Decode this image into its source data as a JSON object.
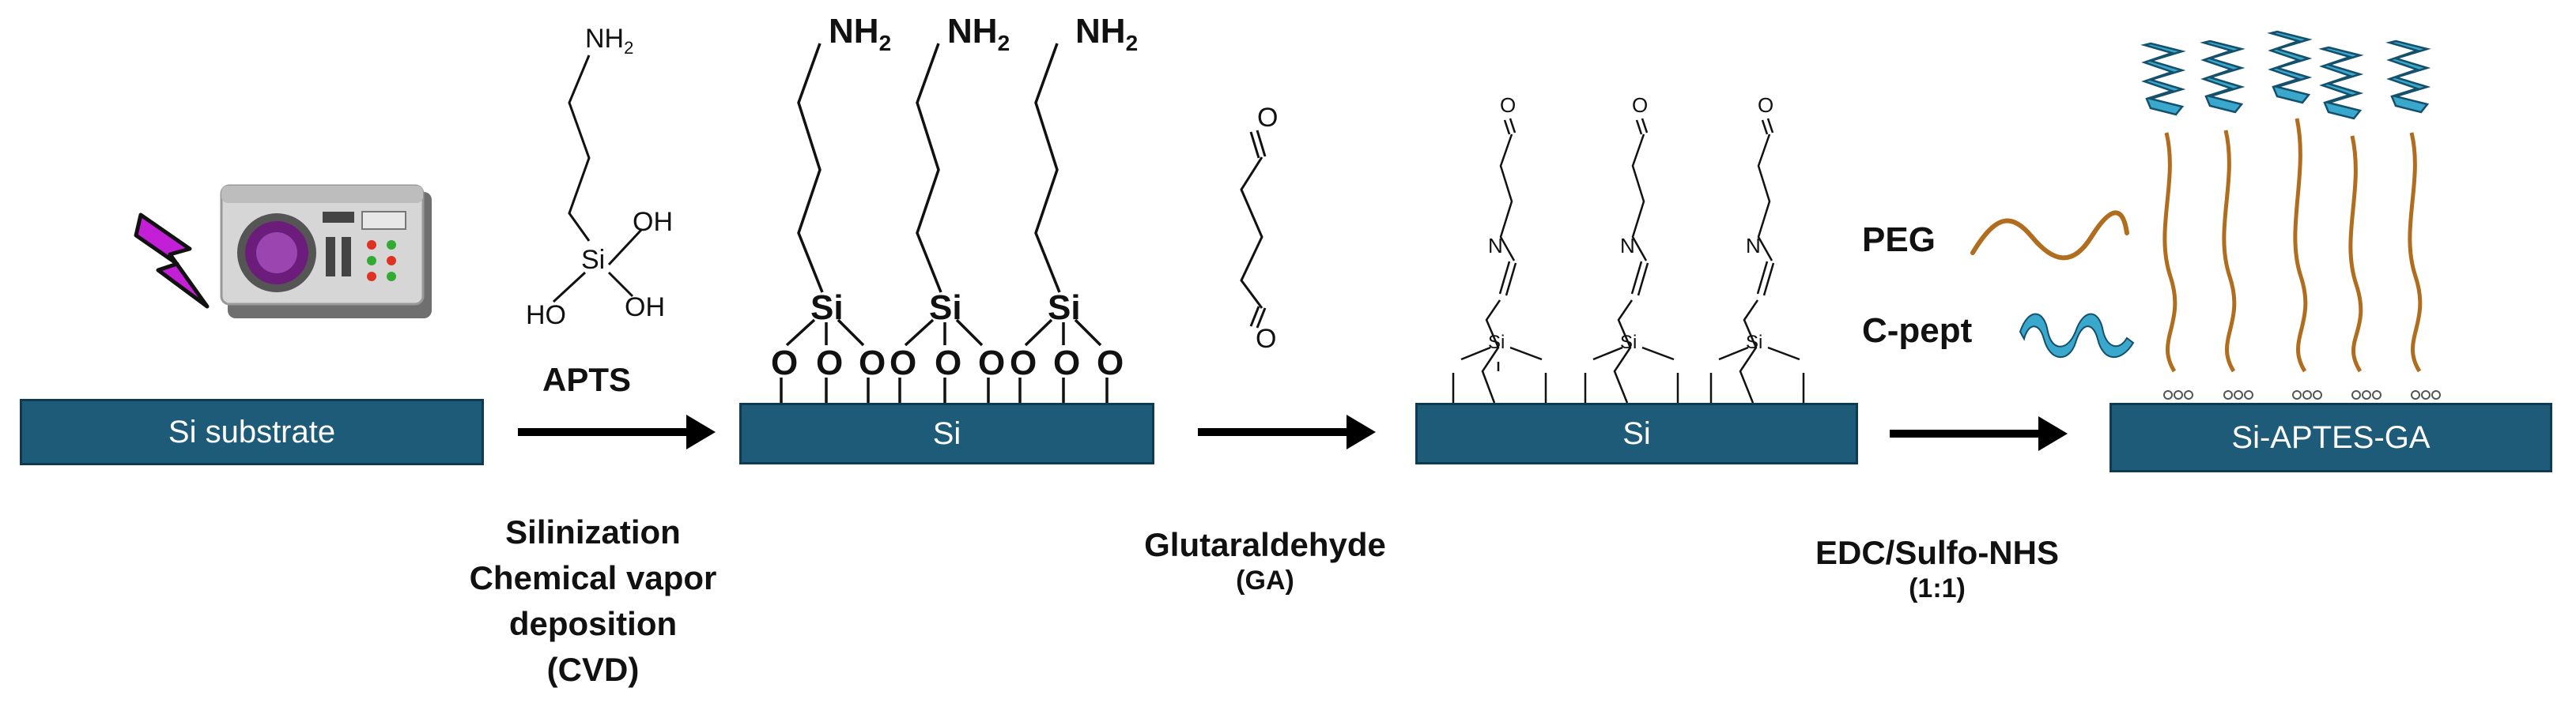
{
  "colors": {
    "substrate": "#1e5b78",
    "peg": "#b06d1e",
    "peptide": "#3aa7cc",
    "arrow": "#000000",
    "bolt": "#c21fd6"
  },
  "substrates": {
    "s1": "Si substrate",
    "s2": "Si",
    "s3": "Si",
    "s4": "Si-APTES-GA"
  },
  "molecules": {
    "nh2": "NH",
    "nh2_sub": "2",
    "oh": "OH",
    "ho": "HO",
    "si": "Si",
    "o": "O"
  },
  "steps": {
    "apts": "APTS",
    "silinization": [
      "Silinization",
      "Chemical vapor",
      "deposition",
      "(CVD)"
    ],
    "glutaraldehyde": "Glutaraldehyde",
    "ga": "(GA)",
    "edc": "EDC/Sulfo-NHS",
    "ratio": "(1:1)"
  },
  "legend": {
    "peg": "PEG",
    "cpept": "C-pept"
  },
  "icons": {
    "plasma_machine": "plasma-cleaner-icon",
    "lightning": "lightning-bolt-icon",
    "peg_chain": "peg-chain-icon",
    "peptide_helix": "peptide-helix-icon"
  }
}
